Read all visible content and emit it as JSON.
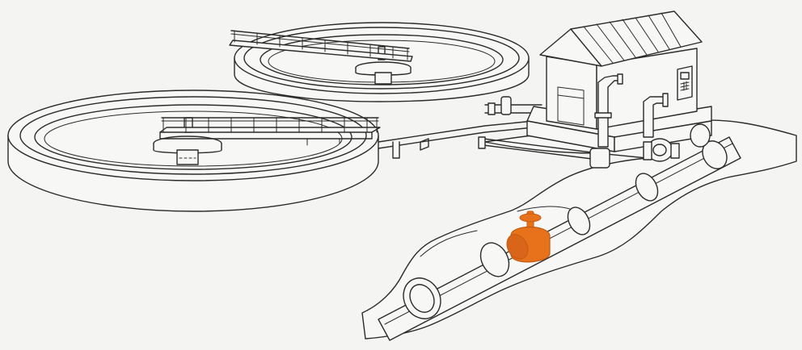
{
  "colors": {
    "background": "#f4f5f2",
    "line": "#2b2b2b",
    "surface": "#f7f7f5",
    "valve_accent": "#e8721c",
    "valve_dark": "#c45a10"
  },
  "components": {
    "clarifier_tanks": 2,
    "pump_house": 1,
    "highlighted_component": "valve",
    "icons": [
      "clarifier-tank-icon",
      "walkway-bridge-icon",
      "pump-house-icon",
      "control-panel-icon",
      "pump-icon",
      "pipe-icon",
      "valve-icon",
      "trench-icon"
    ]
  }
}
